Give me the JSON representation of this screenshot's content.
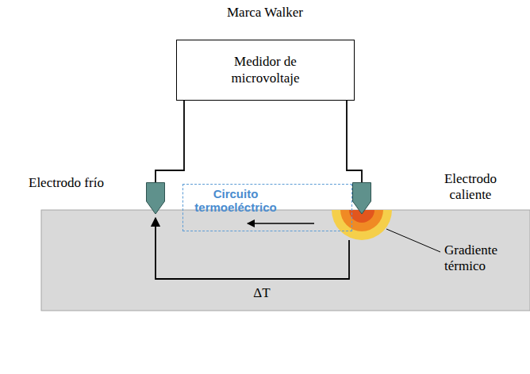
{
  "diagram": {
    "title": "Marca Walker",
    "nodes": [
      {
        "text": [
          "Medidor de microvoltaje"
        ]
      },
      {
        "text": [
          "Electrodo frío"
        ]
      },
      {
        "text": [
          "Circuito termoeléctrico"
        ]
      },
      {
        "text": [
          "Electrodo caliente"
        ]
      }
    ],
    "edges": [
      {
        "from": 0,
        "to": 1,
        "arrow": "none"
      },
      {
        "from": 0,
        "to": 3,
        "arrow": "none"
      }
    ],
    "labels": [
      "Gradiente térmico",
      "ΔT"
    ]
  }
}
